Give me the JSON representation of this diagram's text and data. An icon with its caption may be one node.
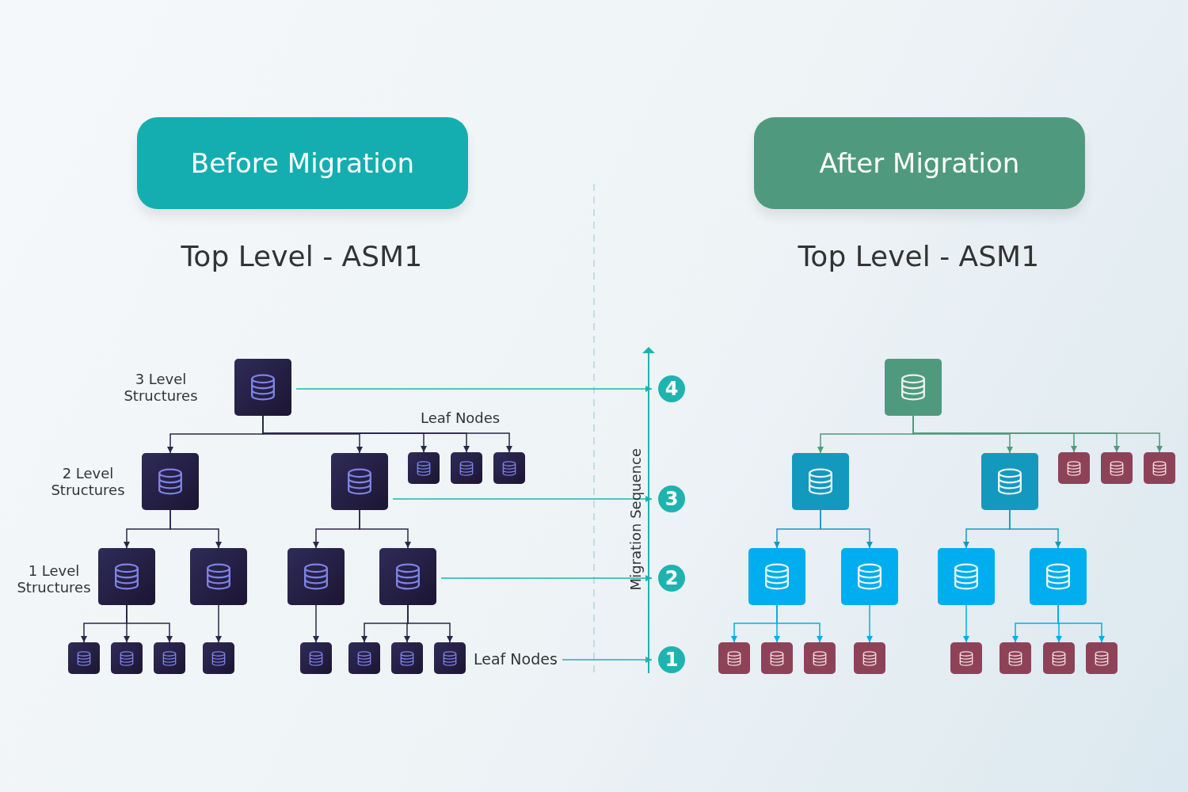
{
  "diagram": {
    "nodes": [
      {
        "text": [
          "Before Migration"
        ]
      },
      {
        "text": [
          "After Migration"
        ]
      },
      {
        "text": [],
        "shape": "box"
      },
      {
        "text": [],
        "shape": "box"
      },
      {
        "text": [],
        "shape": "box"
      },
      {
        "text": [],
        "shape": "box"
      },
      {
        "text": [],
        "shape": "box"
      },
      {
        "text": [],
        "shape": "box"
      },
      {
        "text": [],
        "shape": "box"
      },
      {
        "text": [],
        "shape": "box"
      },
      {
        "text": [],
        "shape": "box"
      },
      {
        "text": [],
        "shape": "box"
      },
      {
        "text": [],
        "shape": "box"
      },
      {
        "text": [],
        "shape": "box"
      },
      {
        "text": [],
        "shape": "box"
      },
      {
        "text": [],
        "shape": "box"
      },
      {
        "text": [],
        "shape": "box"
      },
      {
        "text": [],
        "shape": "box"
      },
      {
        "text": [],
        "shape": "box"
      },
      {
        "text": [],
        "shape": "box"
      },
      {
        "text": [
          "Leaf Nodes"
        ]
      },
      {
        "text": [
          "4"
        ]
      },
      {
        "text": [
          "3"
        ]
      },
      {
        "text": [
          "2"
        ]
      },
      {
        "text": [
          "1"
        ]
      },
      {
        "text": [],
        "shape": "box"
      },
      {
        "text": [],
        "shape": "box"
      },
      {
        "text": [],
        "shape": "box"
      },
      {
        "text": [],
        "shape": "box"
      },
      {
        "text": [],
        "shape": "box"
      },
      {
        "text": [],
        "shape": "box"
      },
      {
        "text": [],
        "shape": "box"
      },
      {
        "text": [],
        "shape": "box"
      },
      {
        "text": [],
        "shape": "box"
      },
      {
        "text": [],
        "shape": "box"
      },
      {
        "text": [],
        "shape": "box"
      },
      {
        "text": [],
        "shape": "box"
      },
      {
        "text": [],
        "shape": "box"
      },
      {
        "text": [],
        "shape": "box"
      },
      {
        "text": [],
        "shape": "box"
      },
      {
        "text": [],
        "shape": "box"
      },
      {
        "text": [],
        "shape": "box"
      },
      {
        "text": [],
        "shape": "box"
      }
    ],
    "edges": [
      {
        "from": 2,
        "to": 3,
        "arrow": "to"
      },
      {
        "from": 2,
        "to": 4,
        "arrow": "to"
      },
      {
        "from": 2,
        "to": 5,
        "arrow": "to"
      },
      {
        "from": 2,
        "to": 6,
        "arrow": "to"
      },
      {
        "from": 2,
        "to": 7,
        "arrow": "to"
      },
      {
        "from": 3,
        "to": 8,
        "arrow": "to"
      },
      {
        "from": 3,
        "to": 9,
        "arrow": "to"
      },
      {
        "from": 4,
        "to": 10,
        "arrow": "to"
      },
      {
        "from": 4,
        "to": 11,
        "arrow": "to"
      },
      {
        "from": 8,
        "to": 12,
        "arrow": "to"
      },
      {
        "from": 8,
        "to": 13,
        "arrow": "to"
      },
      {
        "from": 8,
        "to": 14,
        "arrow": "to"
      },
      {
        "from": 9,
        "to": 15,
        "arrow": "to"
      },
      {
        "from": 10,
        "to": 16,
        "arrow": "to"
      },
      {
        "from": 11,
        "to": 17,
        "arrow": "to"
      },
      {
        "from": 11,
        "to": 18,
        "arrow": "to"
      },
      {
        "from": 11,
        "to": 19,
        "arrow": "to"
      },
      {
        "from": 2,
        "to": 21,
        "arrow": "to",
        "color": "#1fb3b0"
      },
      {
        "from": 4,
        "to": 22,
        "arrow": "to",
        "color": "#1fb3b0"
      },
      {
        "from": 11,
        "to": 23,
        "arrow": "to",
        "color": "#1fb3b0"
      },
      {
        "from": 20,
        "to": 24,
        "arrow": "to",
        "color": "#1fb3b0"
      },
      {
        "from": 25,
        "to": 26,
        "arrow": "to",
        "color": "#4f9a7e"
      },
      {
        "from": 25,
        "to": 27,
        "arrow": "to",
        "color": "#4f9a7e"
      },
      {
        "from": 25,
        "to": 28,
        "arrow": "to",
        "color": "#4f9a7e"
      },
      {
        "from": 25,
        "to": 29,
        "arrow": "to",
        "color": "#4f9a7e"
      },
      {
        "from": 25,
        "to": 30,
        "arrow": "to",
        "color": "#4f9a7e"
      },
      {
        "from": 26,
        "to": 31,
        "arrow": "to",
        "color": "#1499be"
      },
      {
        "from": 26,
        "to": 32,
        "arrow": "to",
        "color": "#1499be"
      },
      {
        "from": 27,
        "to": 33,
        "arrow": "to",
        "color": "#1499be"
      },
      {
        "from": 27,
        "to": 34,
        "arrow": "to",
        "color": "#1499be"
      },
      {
        "from": 31,
        "to": 35,
        "arrow": "to",
        "color": "#00aeef"
      },
      {
        "from": 31,
        "to": 36,
        "arrow": "to",
        "color": "#00aeef"
      },
      {
        "from": 31,
        "to": 37,
        "arrow": "to",
        "color": "#00aeef"
      },
      {
        "from": 32,
        "to": 38,
        "arrow": "to",
        "color": "#00aeef"
      },
      {
        "from": 33,
        "to": 39,
        "arrow": "to",
        "color": "#00aeef"
      },
      {
        "from": 34,
        "to": 40,
        "arrow": "to",
        "color": "#00aeef"
      },
      {
        "from": 34,
        "to": 41,
        "arrow": "to",
        "color": "#00aeef"
      },
      {
        "from": 34,
        "to": 42,
        "arrow": "to",
        "color": "#00aeef"
      }
    ],
    "labels": [
      "Top Level - ASM1",
      "Top Level - ASM1",
      "3 Level Structures",
      "Leaf Nodes",
      "2 Level Structures",
      "Migration Sequence",
      "1 Level Structures"
    ]
  }
}
